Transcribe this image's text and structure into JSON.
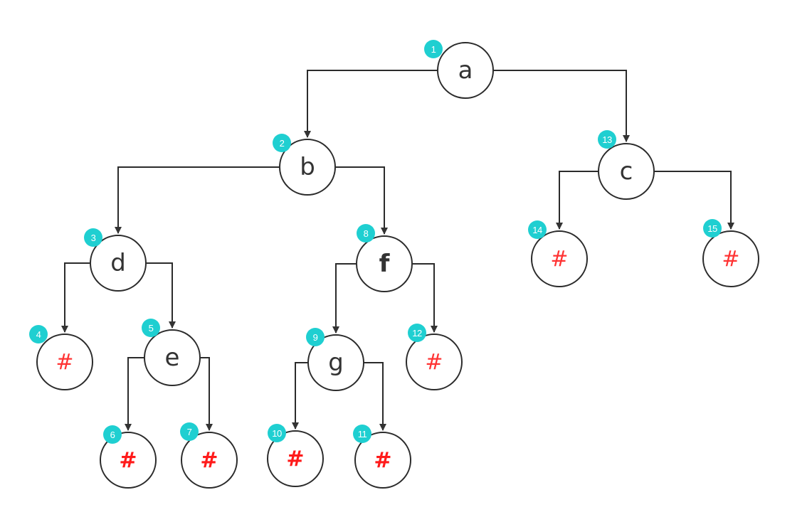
{
  "colors": {
    "badge": "#1fcfd1",
    "null_label": "#ff3333",
    "stroke": "#2b2b2b"
  },
  "tree": {
    "nodes": [
      {
        "id": "a",
        "label": "a",
        "order": "1"
      },
      {
        "id": "b",
        "label": "b",
        "order": "2"
      },
      {
        "id": "c",
        "label": "c",
        "order": "13"
      },
      {
        "id": "d",
        "label": "d",
        "order": "3"
      },
      {
        "id": "f",
        "label": "f",
        "order": "8"
      },
      {
        "id": "n14",
        "label": "#",
        "order": "14"
      },
      {
        "id": "n15",
        "label": "#",
        "order": "15"
      },
      {
        "id": "n4",
        "label": "#",
        "order": "4"
      },
      {
        "id": "e",
        "label": "e",
        "order": "5"
      },
      {
        "id": "g",
        "label": "g",
        "order": "9"
      },
      {
        "id": "n12",
        "label": "#",
        "order": "12"
      },
      {
        "id": "n6",
        "label": "#",
        "order": "6"
      },
      {
        "id": "n7",
        "label": "#",
        "order": "7"
      },
      {
        "id": "n10",
        "label": "#",
        "order": "10"
      },
      {
        "id": "n11",
        "label": "#",
        "order": "11"
      }
    ],
    "edges": [
      {
        "from": "a",
        "to": "b"
      },
      {
        "from": "a",
        "to": "c"
      },
      {
        "from": "b",
        "to": "d"
      },
      {
        "from": "b",
        "to": "f"
      },
      {
        "from": "c",
        "to": "n14"
      },
      {
        "from": "c",
        "to": "n15"
      },
      {
        "from": "d",
        "to": "n4"
      },
      {
        "from": "d",
        "to": "e"
      },
      {
        "from": "f",
        "to": "g"
      },
      {
        "from": "f",
        "to": "n12"
      },
      {
        "from": "e",
        "to": "n6"
      },
      {
        "from": "e",
        "to": "n7"
      },
      {
        "from": "g",
        "to": "n10"
      },
      {
        "from": "g",
        "to": "n11"
      }
    ]
  }
}
